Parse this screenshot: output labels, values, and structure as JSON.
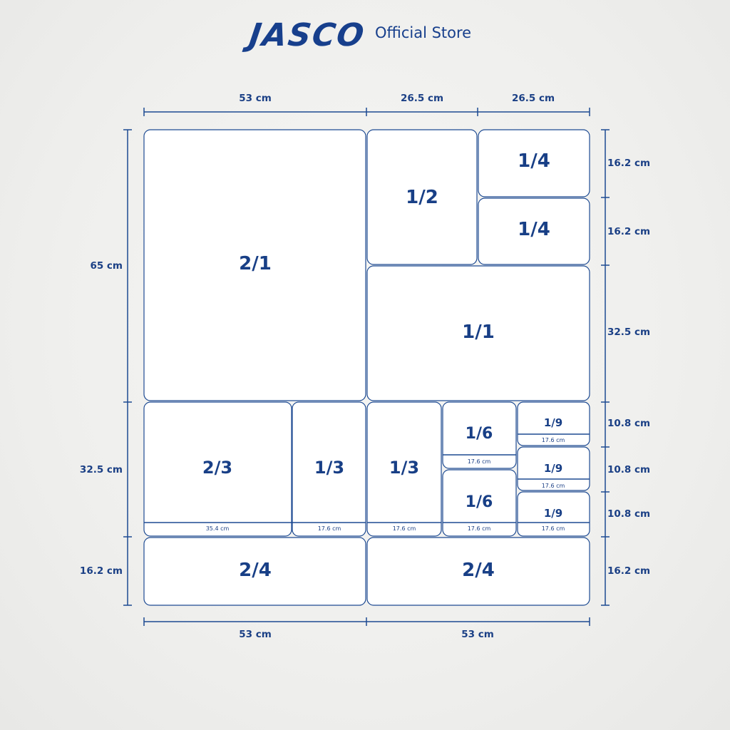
{
  "header": {
    "brand": "JASCO",
    "store": "Official Store"
  },
  "colors": {
    "accent": "#173f8c",
    "background": "#efefed",
    "pan_fill": "#ffffff"
  },
  "dimensions": {
    "top": [
      "53 cm",
      "26.5 cm",
      "26.5 cm"
    ],
    "bottom": [
      "53 cm",
      "53 cm"
    ],
    "left": [
      "65 cm",
      "32.5  cm",
      "16.2 cm"
    ],
    "right": [
      "16.2 cm",
      "16.2 cm",
      "32.5 cm",
      "10.8 cm",
      "10.8 cm",
      "10.8 cm",
      "16.2 cm"
    ]
  },
  "pans": {
    "p21": "2/1",
    "p12": "1/2",
    "p14a": "1/4",
    "p14b": "1/4",
    "p11": "1/1",
    "p23": "2/3",
    "p13a": "1/3",
    "p13b": "1/3",
    "p16a": "1/6",
    "p16b": "1/6",
    "p19a": "1/9",
    "p19b": "1/9",
    "p19c": "1/9",
    "p24a": "2/4",
    "p24b": "2/4"
  },
  "widths": {
    "w23": "35.4 cm",
    "w13a": "17.6 cm",
    "w13b": "17.6 cm",
    "w16a": "17.6 cm",
    "w16b": "17.6 cm",
    "w19a": "17.6 cm",
    "w19b": "17.6 cm",
    "w19c": "17.6 cm"
  }
}
